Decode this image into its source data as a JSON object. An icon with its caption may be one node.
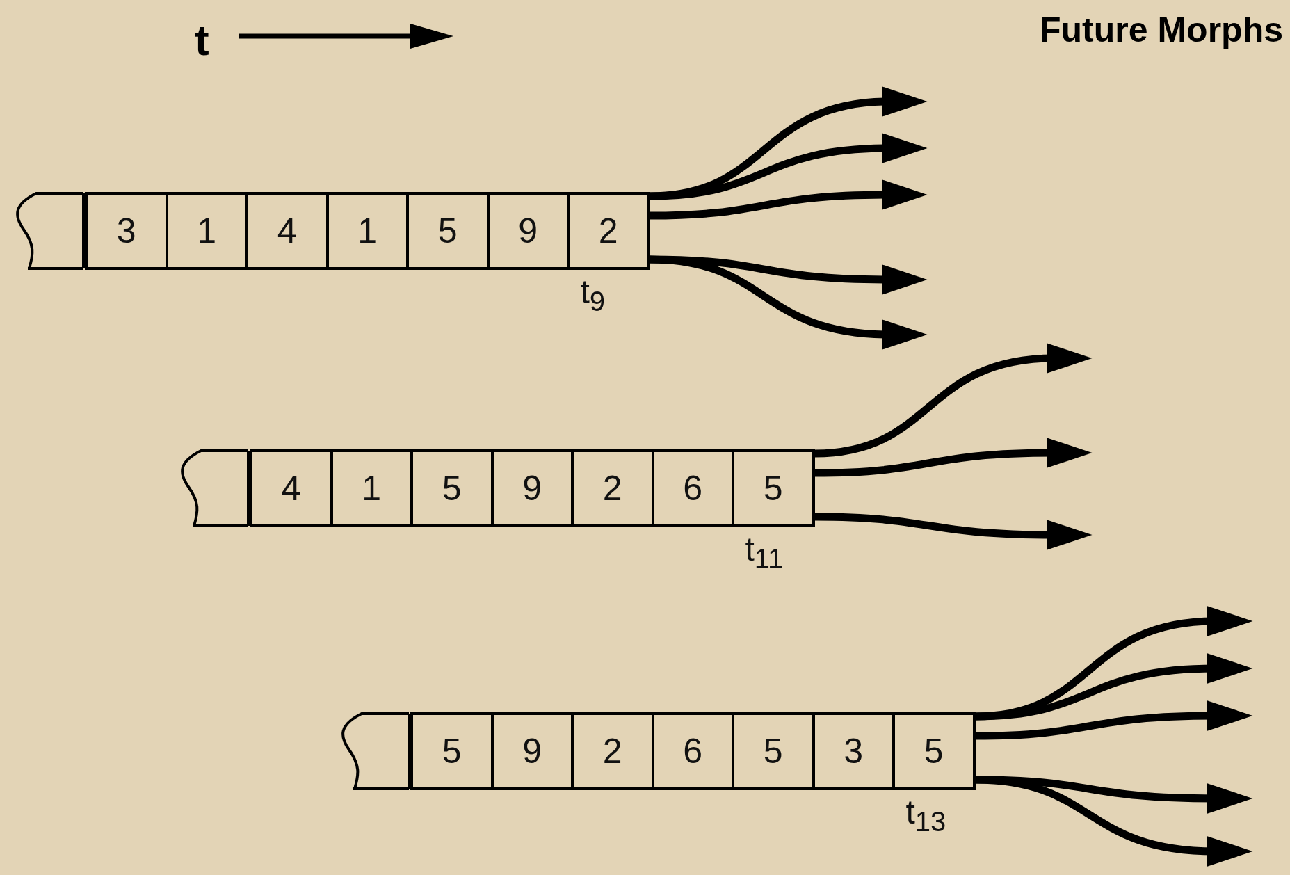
{
  "diagram": {
    "title": "Future Morphs",
    "nodes": [
      {
        "text": [],
        "shape": "box"
      },
      {
        "text": [
          "3"
        ]
      },
      {
        "text": [
          "1"
        ]
      },
      {
        "text": [
          "4"
        ]
      },
      {
        "text": [
          "1"
        ]
      },
      {
        "text": [
          "5"
        ]
      },
      {
        "text": [
          "9"
        ]
      },
      {
        "text": [
          "2"
        ],
        "beside": [
          "t$_{9}$"
        ]
      },
      {
        "text": [],
        "shape": "box"
      },
      {
        "text": [
          "4"
        ]
      },
      {
        "text": [
          "1"
        ]
      },
      {
        "text": [
          "5"
        ]
      },
      {
        "text": [
          "9"
        ]
      },
      {
        "text": [
          "2"
        ]
      },
      {
        "text": [
          "6"
        ]
      },
      {
        "text": [
          "5"
        ],
        "beside": [
          "t$_{11}$"
        ]
      },
      {
        "text": [],
        "shape": "box"
      },
      {
        "text": [
          "5"
        ]
      },
      {
        "text": [
          "9"
        ]
      },
      {
        "text": [
          "2"
        ]
      },
      {
        "text": [
          "6"
        ]
      },
      {
        "text": [
          "5"
        ]
      },
      {
        "text": [
          "3"
        ]
      },
      {
        "text": [
          "5"
        ],
        "beside": [
          "t$_{13}$"
        ]
      }
    ],
    "edges": [
      {
        "from": 7,
        "to": null,
        "arrow": "to"
      },
      {
        "from": 7,
        "to": null,
        "arrow": "to"
      },
      {
        "from": 7,
        "to": null,
        "arrow": "to"
      },
      {
        "from": 7,
        "to": null,
        "arrow": "to"
      },
      {
        "from": 7,
        "to": null,
        "arrow": "to"
      },
      {
        "from": 15,
        "to": null,
        "arrow": "to"
      },
      {
        "from": 15,
        "to": null,
        "arrow": "to"
      },
      {
        "from": 15,
        "to": null,
        "arrow": "to"
      },
      {
        "from": 23,
        "to": null,
        "arrow": "to"
      },
      {
        "from": 23,
        "to": null,
        "arrow": "to"
      },
      {
        "from": 23,
        "to": null,
        "arrow": "to"
      },
      {
        "from": 23,
        "to": null,
        "arrow": "to"
      },
      {
        "from": 23,
        "to": null,
        "arrow": "to"
      }
    ],
    "labels": [
      "t"
    ]
  }
}
